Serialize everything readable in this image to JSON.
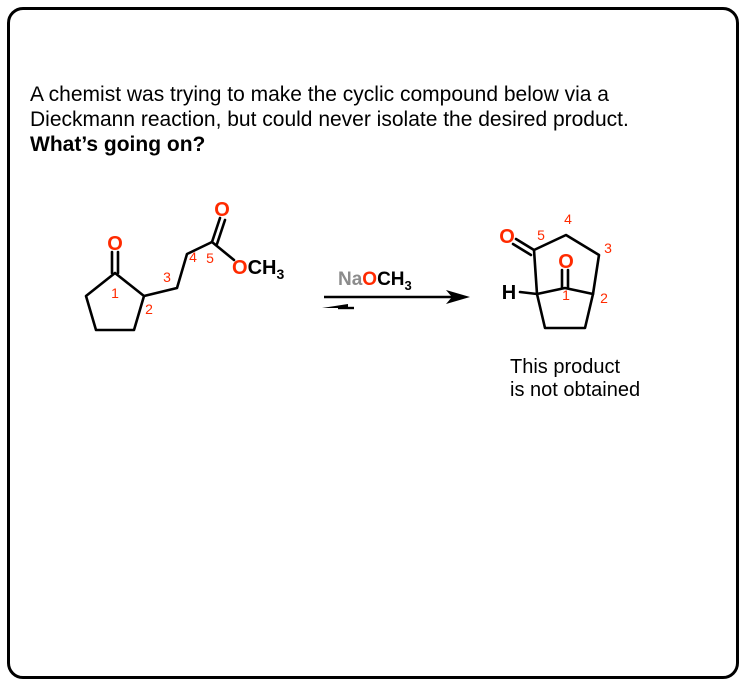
{
  "question": {
    "line1": "A chemist was trying to make the cyclic compound below via a",
    "line2": "Dieckmann reaction, but could never isolate the desired product.",
    "line3": "What’s going on?"
  },
  "reactant": {
    "ketone_O": "O",
    "ester_O": "O",
    "methoxy": "OCH",
    "methoxy_sub": "3",
    "labels": [
      "1",
      "2",
      "3",
      "4",
      "5"
    ]
  },
  "reagent": {
    "Na": "Na",
    "OCH": "OCH",
    "sub": "3"
  },
  "product": {
    "O1": "O",
    "O5": "O",
    "H": "H",
    "labels": [
      "1",
      "2",
      "3",
      "4",
      "5"
    ]
  },
  "note": {
    "line1": "This product",
    "line2": "is not obtained"
  },
  "colors": {
    "heteroatom": "#ff2a00",
    "label": "#ff2a00",
    "sodium": "#8c8c8c",
    "bond": "#000000"
  }
}
